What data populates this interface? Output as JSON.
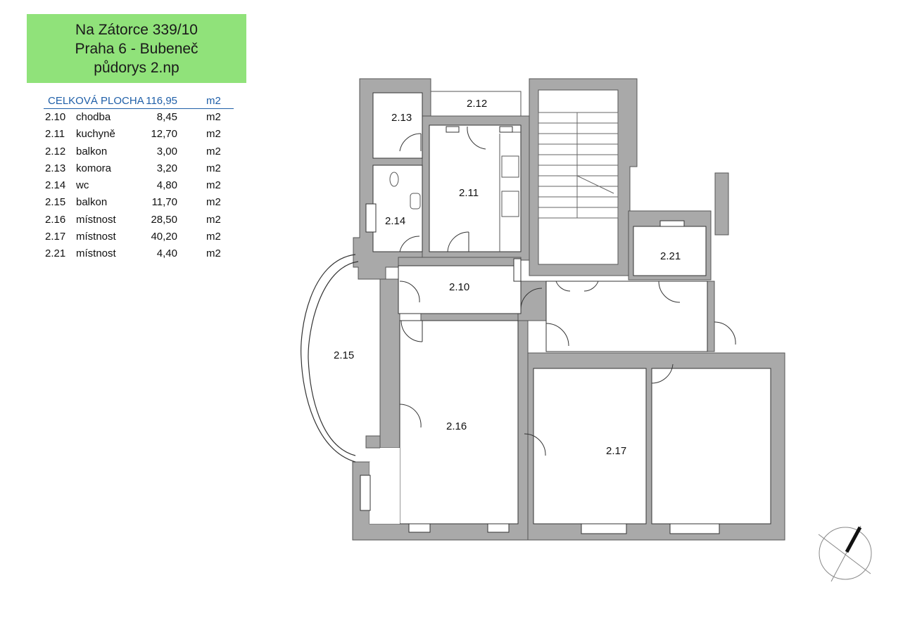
{
  "title": {
    "line1": "Na Zátorce  339/10",
    "line2": "Praha 6 - Bubeneč",
    "line3": "půdorys 2.np"
  },
  "colors": {
    "title_bg": "#90e27a",
    "wall": "#a9a9a9",
    "header_text": "#1f5fa8"
  },
  "summary": {
    "label": "CELKOVÁ PLOCHA",
    "total": "116,95",
    "unit": "m2"
  },
  "rooms": [
    {
      "code": "2.10",
      "name": "chodba",
      "area": "8,45",
      "unit": "m2"
    },
    {
      "code": "2.11",
      "name": "kuchyně",
      "area": "12,70",
      "unit": "m2"
    },
    {
      "code": "2.12",
      "name": "balkon",
      "area": "3,00",
      "unit": "m2"
    },
    {
      "code": "2.13",
      "name": "komora",
      "area": "3,20",
      "unit": "m2"
    },
    {
      "code": "2.14",
      "name": "wc",
      "area": "4,80",
      "unit": "m2"
    },
    {
      "code": "2.15",
      "name": "balkon",
      "area": "11,70",
      "unit": "m2"
    },
    {
      "code": "2.16",
      "name": "místnost",
      "area": "28,50",
      "unit": "m2"
    },
    {
      "code": "2.17",
      "name": "místnost",
      "area": "40,20",
      "unit": "m2"
    },
    {
      "code": "2.21",
      "name": "místnost",
      "area": "4,40",
      "unit": "m2"
    }
  ],
  "plan_labels": {
    "r210": "2.10",
    "r211": "2.11",
    "r212": "2.12",
    "r213": "2.13",
    "r214": "2.14",
    "r215": "2.15",
    "r216": "2.16",
    "r217": "2.17",
    "r221": "2.21"
  },
  "north_arrow": {
    "icon": "north-arrow-icon"
  }
}
